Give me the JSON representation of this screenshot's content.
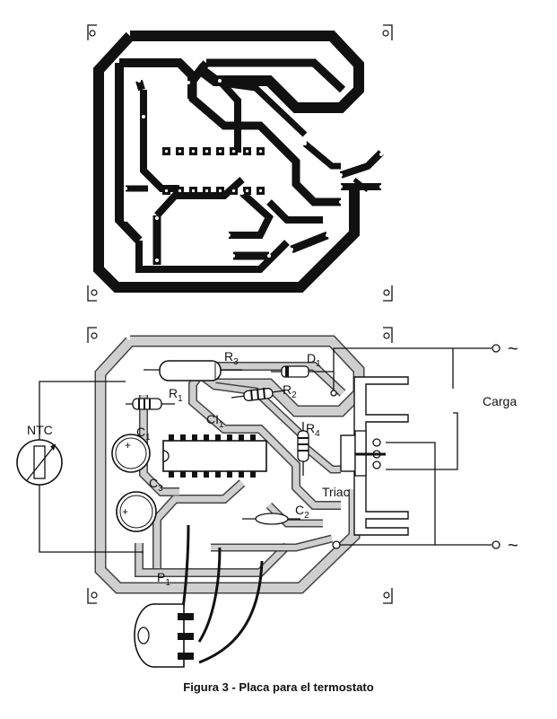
{
  "caption": "Figura 3 - Placa para el termostato",
  "labels": {
    "r3": "R",
    "r3_sub": "3",
    "r1": "R",
    "r1_sub": "1",
    "r2": "R",
    "r2_sub": "2",
    "r4": "R",
    "r4_sub": "4",
    "d1": "D",
    "d1_sub": "1",
    "c1": "C",
    "c1_sub": "1",
    "c2": "C",
    "c2_sub": "2",
    "c3": "C",
    "c3_sub": "3",
    "ci1": "CI",
    "ci1_sub": "1",
    "p1": "P",
    "p1_sub": "1",
    "ntc": "NTC",
    "carga": "Carga",
    "triac": "Triac",
    "ac_symbol": "~"
  },
  "colors": {
    "ink": "#111111",
    "copper_shadow": "#c8c8c8",
    "paper": "#ffffff"
  }
}
